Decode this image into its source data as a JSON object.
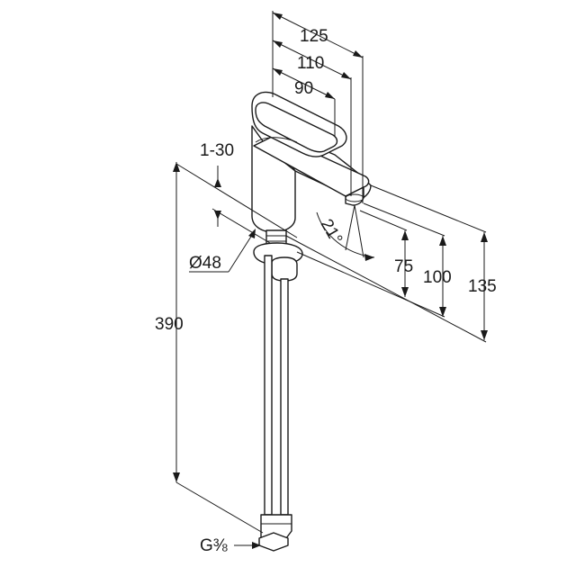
{
  "dimensions": {
    "depth_125": "125",
    "depth_110": "110",
    "depth_90": "90",
    "clamp_range": "1-30",
    "base_diameter": "Ø48",
    "angle": "21°",
    "height_75": "75",
    "height_100": "100",
    "height_135": "135",
    "hose_length": "390",
    "thread_prefix": "G",
    "thread_fraction": "⅜"
  }
}
